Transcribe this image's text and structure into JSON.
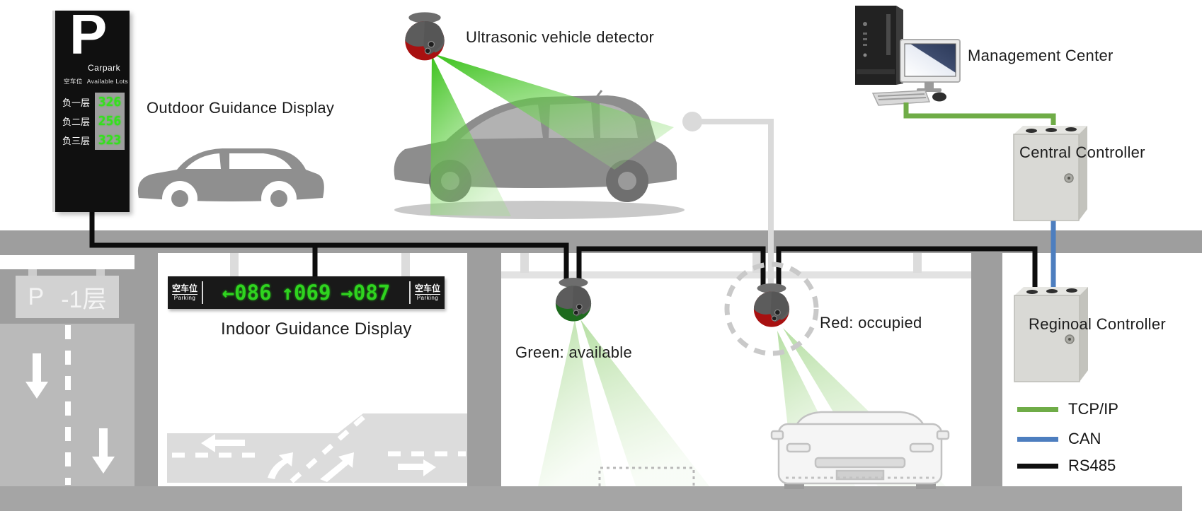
{
  "labels": {
    "outdoor_display": "Outdoor Guidance Display",
    "ultrasonic": "Ultrasonic vehicle detector",
    "management_center": "Management Center",
    "central_controller": "Central Controller",
    "regional_controller": "Reginoal Controller",
    "indoor_display": "Indoor Guidance Display",
    "green_available": "Green: available",
    "red_occupied": "Red: occupied"
  },
  "outdoor_sign": {
    "symbol": "P",
    "name": "Carpark",
    "subtitle_cn": "空车位",
    "subtitle_en": "Available Lots",
    "floors": [
      {
        "label": "负一层",
        "available": "326"
      },
      {
        "label": "负二层",
        "available": "256"
      },
      {
        "label": "负三层",
        "available": "323"
      }
    ]
  },
  "indoor_display_board": {
    "cap_cn": "空车位",
    "cap_en": "Parking",
    "directions": [
      {
        "arrow": "←",
        "count": "086"
      },
      {
        "arrow": "↑",
        "count": "069"
      },
      {
        "arrow": "→",
        "count": "087"
      }
    ]
  },
  "ramp_sign": {
    "symbol": "P",
    "floor": "-1层"
  },
  "legend": {
    "items": [
      {
        "label": "TCP/IP",
        "color": "#6fac47"
      },
      {
        "label": "CAN",
        "color": "#4d7ebf"
      },
      {
        "label": "RS485",
        "color": "#0f0f0f"
      }
    ]
  },
  "status_colors": {
    "available_green": "#1e6b1e",
    "occupied_red": "#a81111",
    "led_green": "#2fd41f"
  }
}
